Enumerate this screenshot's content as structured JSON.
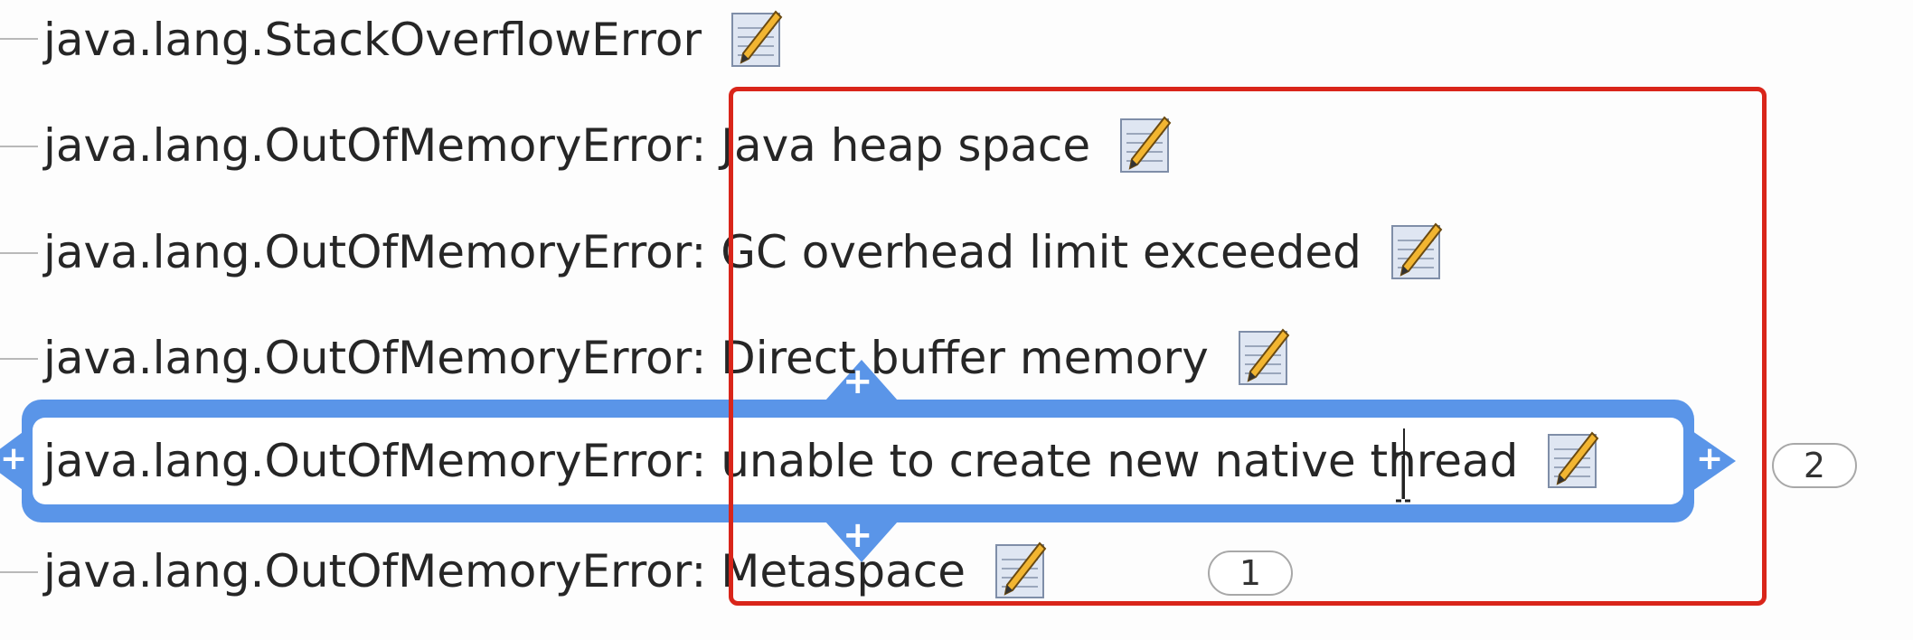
{
  "mindmap": {
    "topics": [
      {
        "text": "java.lang.StackOverflowError",
        "has_note": true
      },
      {
        "text": "java.lang.OutOfMemoryError: Java heap space",
        "has_note": true
      },
      {
        "text": "java.lang.OutOfMemoryError: GC overhead limit exceeded",
        "has_note": true
      },
      {
        "text": "java.lang.OutOfMemoryError: Direct buffer memory",
        "has_note": true
      },
      {
        "text": "java.lang.OutOfMemoryError: unable to create new native thread",
        "has_note": true,
        "selected": true,
        "badge": "2"
      },
      {
        "text": "java.lang.OutOfMemoryError: Metaspace",
        "has_note": true,
        "badge": "1"
      }
    ],
    "handle_symbol": "+"
  },
  "colors": {
    "selection": "#5a95e8",
    "highlight": "#d9251a",
    "connector": "#b9b9b9",
    "text": "#262626"
  },
  "icons": {
    "note": "note-pencil-icon",
    "add": "plus-icon"
  }
}
